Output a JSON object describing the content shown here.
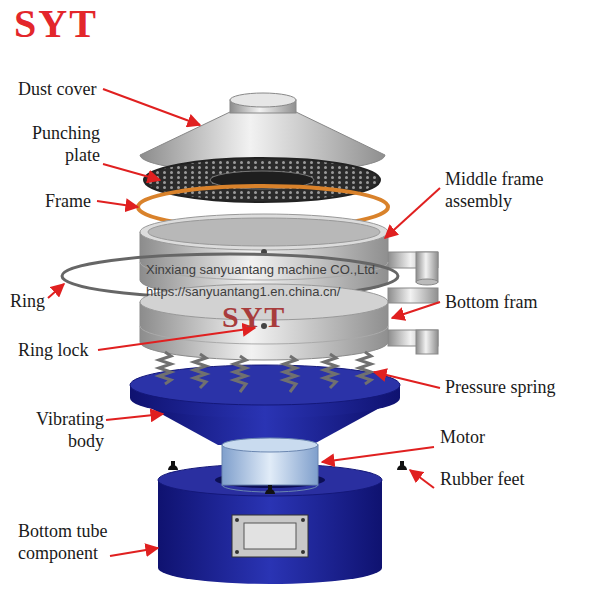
{
  "diagram": {
    "labels": [
      "SYT",
      "Dust cover",
      "Punching plate",
      "Frame",
      "Middle frame assembly",
      "Xinxiang sanyuantang machine CO.,Ltd.",
      "Ring",
      "https://sanyuantang1.en.china.cn/",
      "SYT",
      "Bottom fram",
      "Ring lock",
      "Pressure spring",
      "Vibrating body",
      "Motor",
      "Rubber feet",
      "Bottom tube component"
    ]
  }
}
